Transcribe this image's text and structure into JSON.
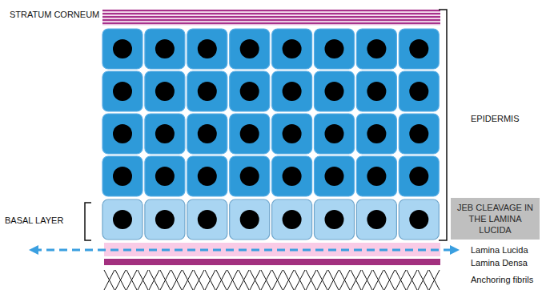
{
  "diagram": {
    "nodes": [
      {
        "text": [
          "JEB CLEAVAGE IN THE LAMINA LUCIDA"
        ]
      }
    ],
    "labels": [
      "STRATUM CORNEUM",
      "EPIDERMIS",
      "BASAL LAYER",
      "Lamina Lucida",
      "Lamina Densa",
      "Anchoring fibrils"
    ]
  }
}
